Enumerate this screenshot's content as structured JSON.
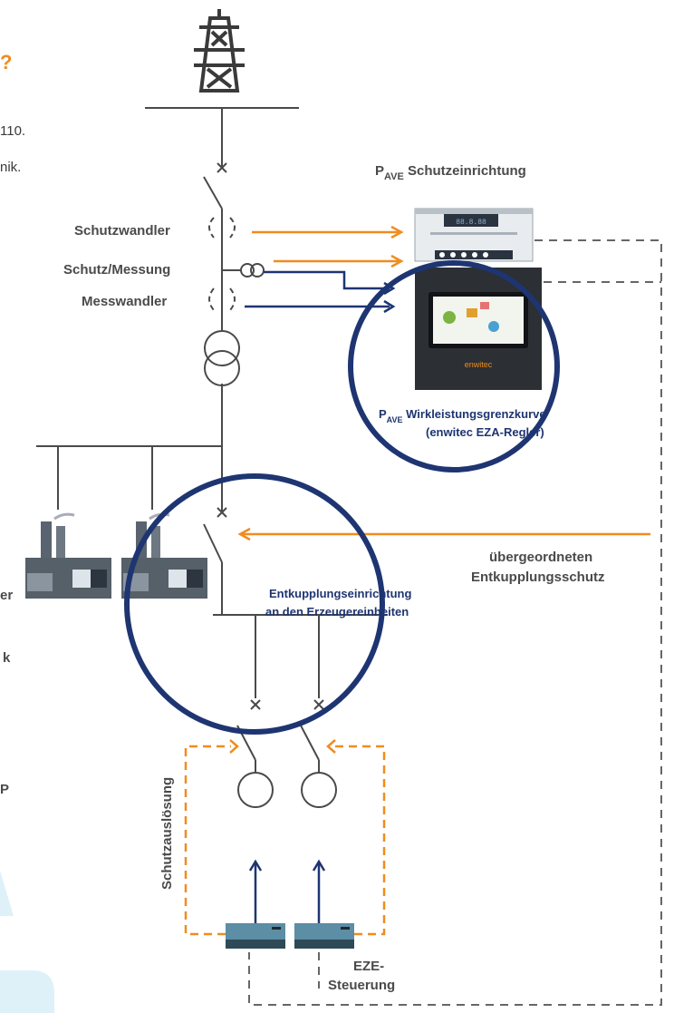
{
  "fragments": {
    "question_mark": "?",
    "text_110": "110.",
    "text_nik": "nik.",
    "text_er": "er",
    "text_k": "k",
    "text_p": "P"
  },
  "labels": {
    "schutzwandler": "Schutzwandler",
    "schutz_messung": "Schutz/Messung",
    "messwandler": "Messwandler",
    "pave_schutz_prefix": "P",
    "pave_schutz_sub": "AVE",
    "pave_schutz_text": "Schutzeinrichtung",
    "pave_wirk_prefix": "P",
    "pave_wirk_sub": "AVE",
    "pave_wirk_line1": "Wirkleistungsgrenzkurve",
    "pave_wirk_line2": "(enwitec  EZA-Regler)",
    "entkupplung_line1": "Entkupplungseinrichtung",
    "entkupplung_line2": "an den Erzeugereinheiten",
    "uebergeordnet_line1": "übergeordneten",
    "uebergeordnet_line2": "Entkupplungsschutz",
    "schutzausloesung": "Schutzauslösung",
    "eze_line1": "EZE-",
    "eze_line2": "Steuerung"
  },
  "device": {
    "display_text": "88.8.88",
    "brand_text": "enwitec"
  },
  "colors": {
    "line": "#4a4a4a",
    "orange": "#f08c1e",
    "navy": "#1e3572",
    "dashed": "#666666",
    "teal": "#4a8fa8",
    "light_blue": "#dff1f8"
  }
}
